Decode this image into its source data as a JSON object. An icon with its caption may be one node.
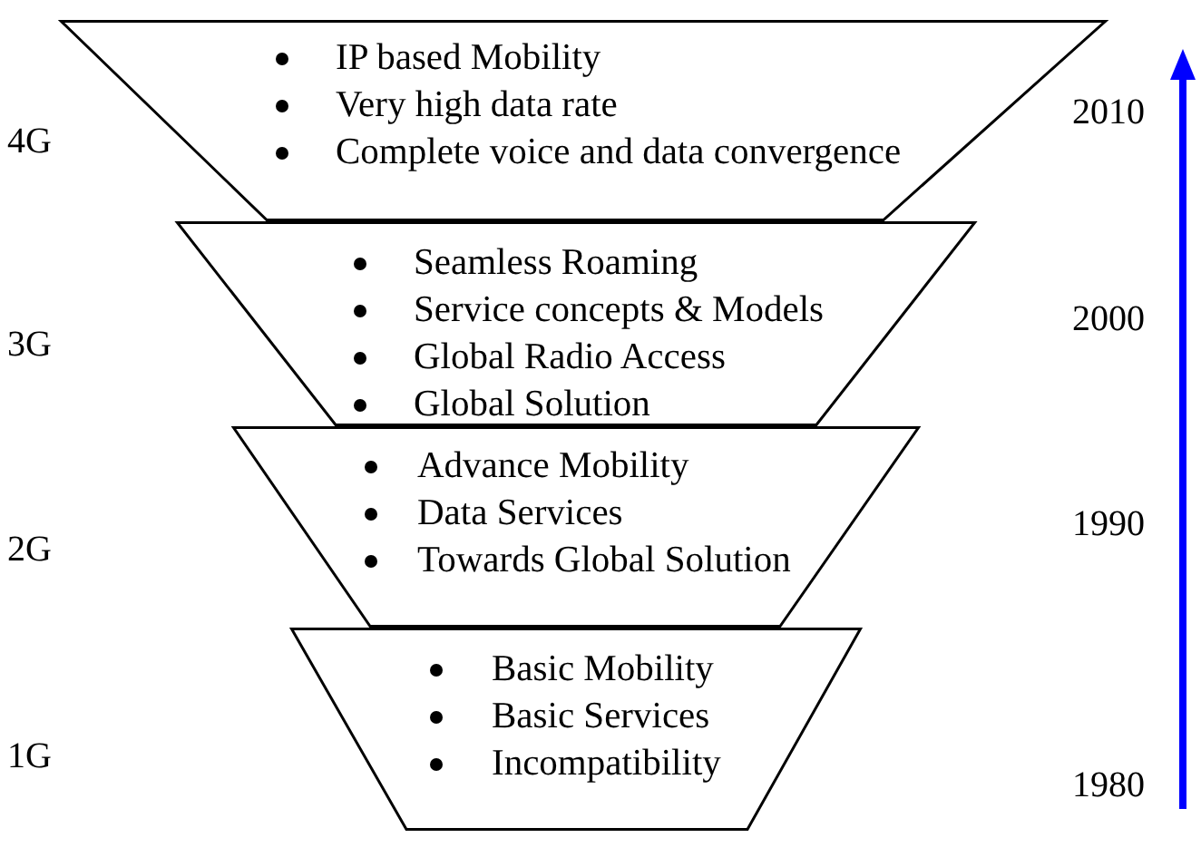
{
  "diagram": {
    "nodes": [
      {
        "text": [
          "IP based Mobility",
          "Very high data rate",
          "Complete voice and data convergence"
        ]
      },
      {
        "text": [
          "Seamless Roaming",
          "Service concepts & Models",
          "Global Radio Access",
          "Global Solution"
        ]
      },
      {
        "text": [
          "Advance Mobility",
          "Data Services",
          "Towards Global Solution"
        ]
      },
      {
        "text": [
          "Basic Mobility",
          "Basic Services",
          "Incompatibility"
        ]
      }
    ],
    "edges": [],
    "labels": [
      "4G",
      "2010",
      "3G",
      "2000",
      "2G",
      "1990",
      "1G",
      "1980"
    ]
  }
}
